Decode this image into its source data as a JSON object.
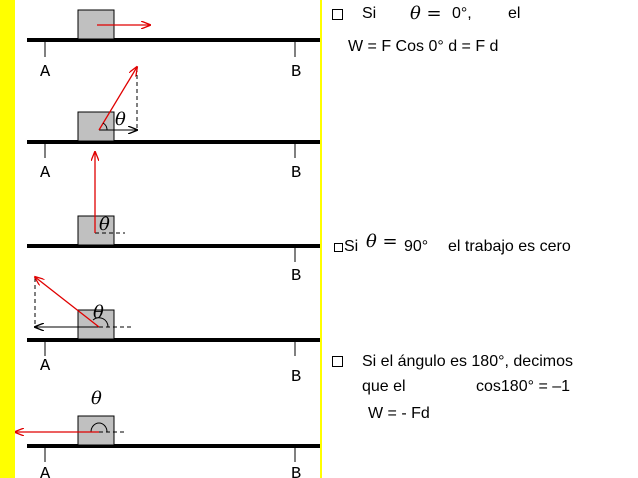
{
  "points": {
    "start": "A",
    "end": "B"
  },
  "symbols": {
    "theta": "θ",
    "theta_eq": "θ =",
    "theta_eq_sym": "θ ="
  },
  "item1": {
    "si": "Si",
    "deg": "0°,",
    "el": "el",
    "formula": "W = F Cos 0° d = F d"
  },
  "item2": {
    "si": "Si",
    "value": "90°",
    "text": "el trabajo es cero"
  },
  "item3": {
    "line1": "Si el ángulo es 180°, decimos",
    "line2a": "que el",
    "line2b": "cos180° = –1",
    "line3": "W = - Fd"
  },
  "colors": {
    "force_arrow": "#e00000",
    "block_fill": "#c0c0c0",
    "side_band": "#ffff00"
  }
}
